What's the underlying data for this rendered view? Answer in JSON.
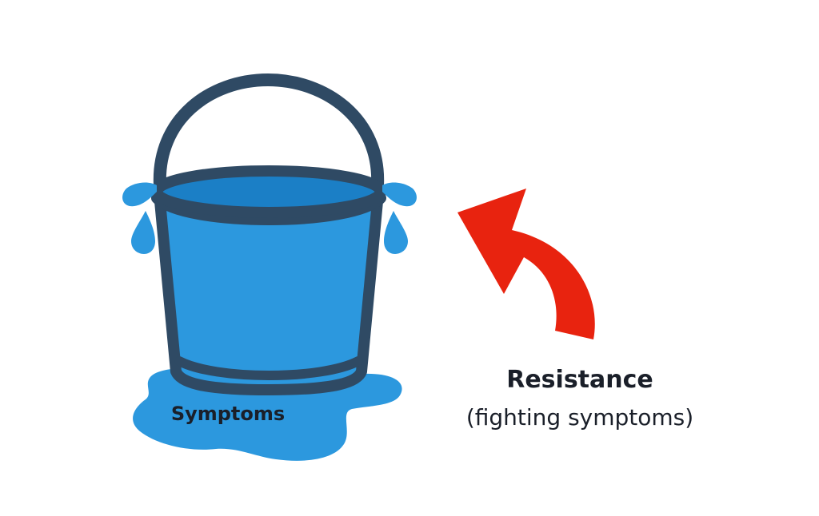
{
  "labels": {
    "symptoms": "Symptoms",
    "resistance": "Resistance",
    "resistance_sub": "(fighting symptoms)"
  },
  "icons": {
    "bucket": "leaking-bucket-icon",
    "arrow": "curved-arrow-icon"
  },
  "colors": {
    "outline": "#2f4a64",
    "water": "#2c98de",
    "water_dark": "#1b7fc6",
    "arrow": "#e8230f",
    "text": "#1a1f29"
  }
}
